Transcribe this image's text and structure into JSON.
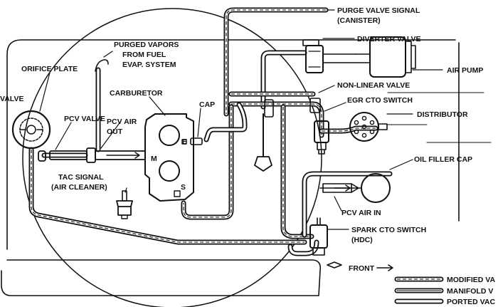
{
  "labels": {
    "purge_valve_signal": "PURGE VALVE SIGNAL",
    "canister": "(CANISTER)",
    "diverter_valve": "DIVERTER VALVE",
    "air_pump": "AIR PUMP",
    "non_linear_valve": "NON-LINEAR VALVE",
    "egr_cto_switch": "EGR CTO SWITCH",
    "distributor": "DISTRIBUTOR",
    "oil_filler_cap": "OIL FILLER CAP",
    "pcv_air_in": "PCV AIR IN",
    "spark_cto_switch": "SPARK CTO SWITCH",
    "hdc": "(HDC)",
    "front": "FRONT",
    "purged_vapors_1": "PURGED VAPORS",
    "purged_vapors_2": "FROM FUEL",
    "purged_vapors_3": "EVAP. SYSTEM",
    "orifice_plate": "ORIFICE PLATE",
    "valve": "VALVE",
    "pcv_valve": "PCV VALVE",
    "carburetor": "CARBURETOR",
    "pcv_air_out_1": "PCV AIR",
    "pcv_air_out_2": "OUT",
    "cap": "CAP",
    "port_e": "E",
    "port_m": "M",
    "port_s": "S",
    "tac_signal_1": "TAC SIGNAL",
    "tac_signal_2": "(AIR CLEANER)"
  },
  "legend": {
    "modified": "MODIFIED VA",
    "manifold": "MANIFOLD V",
    "ported": "PORTED VAC"
  }
}
